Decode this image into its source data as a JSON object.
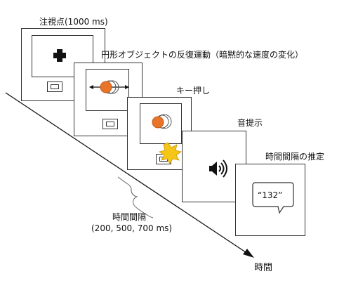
{
  "steps": [
    {
      "label": "注視点(1000 ms)",
      "icon": "plus-fixation-icon"
    },
    {
      "label": "円形オブジェクトの反復運動（暗黙的な速度の変化）",
      "icon": "oscillating-circle-icon"
    },
    {
      "label": "キー押し",
      "icon": "key-press-burst-icon"
    },
    {
      "label": "音提示",
      "icon": "speaker-icon"
    },
    {
      "label": "時間間隔の推定",
      "icon": "speech-bubble-icon"
    }
  ],
  "speech_bubble": {
    "text": "“132”"
  },
  "interval": {
    "label": "時間間隔",
    "values": "(200, 500, 700 ms)"
  },
  "axis": {
    "label": "時間"
  },
  "colors": {
    "circle": "#e8742a",
    "burst": "#f5c518",
    "frame_border": "#333333"
  }
}
